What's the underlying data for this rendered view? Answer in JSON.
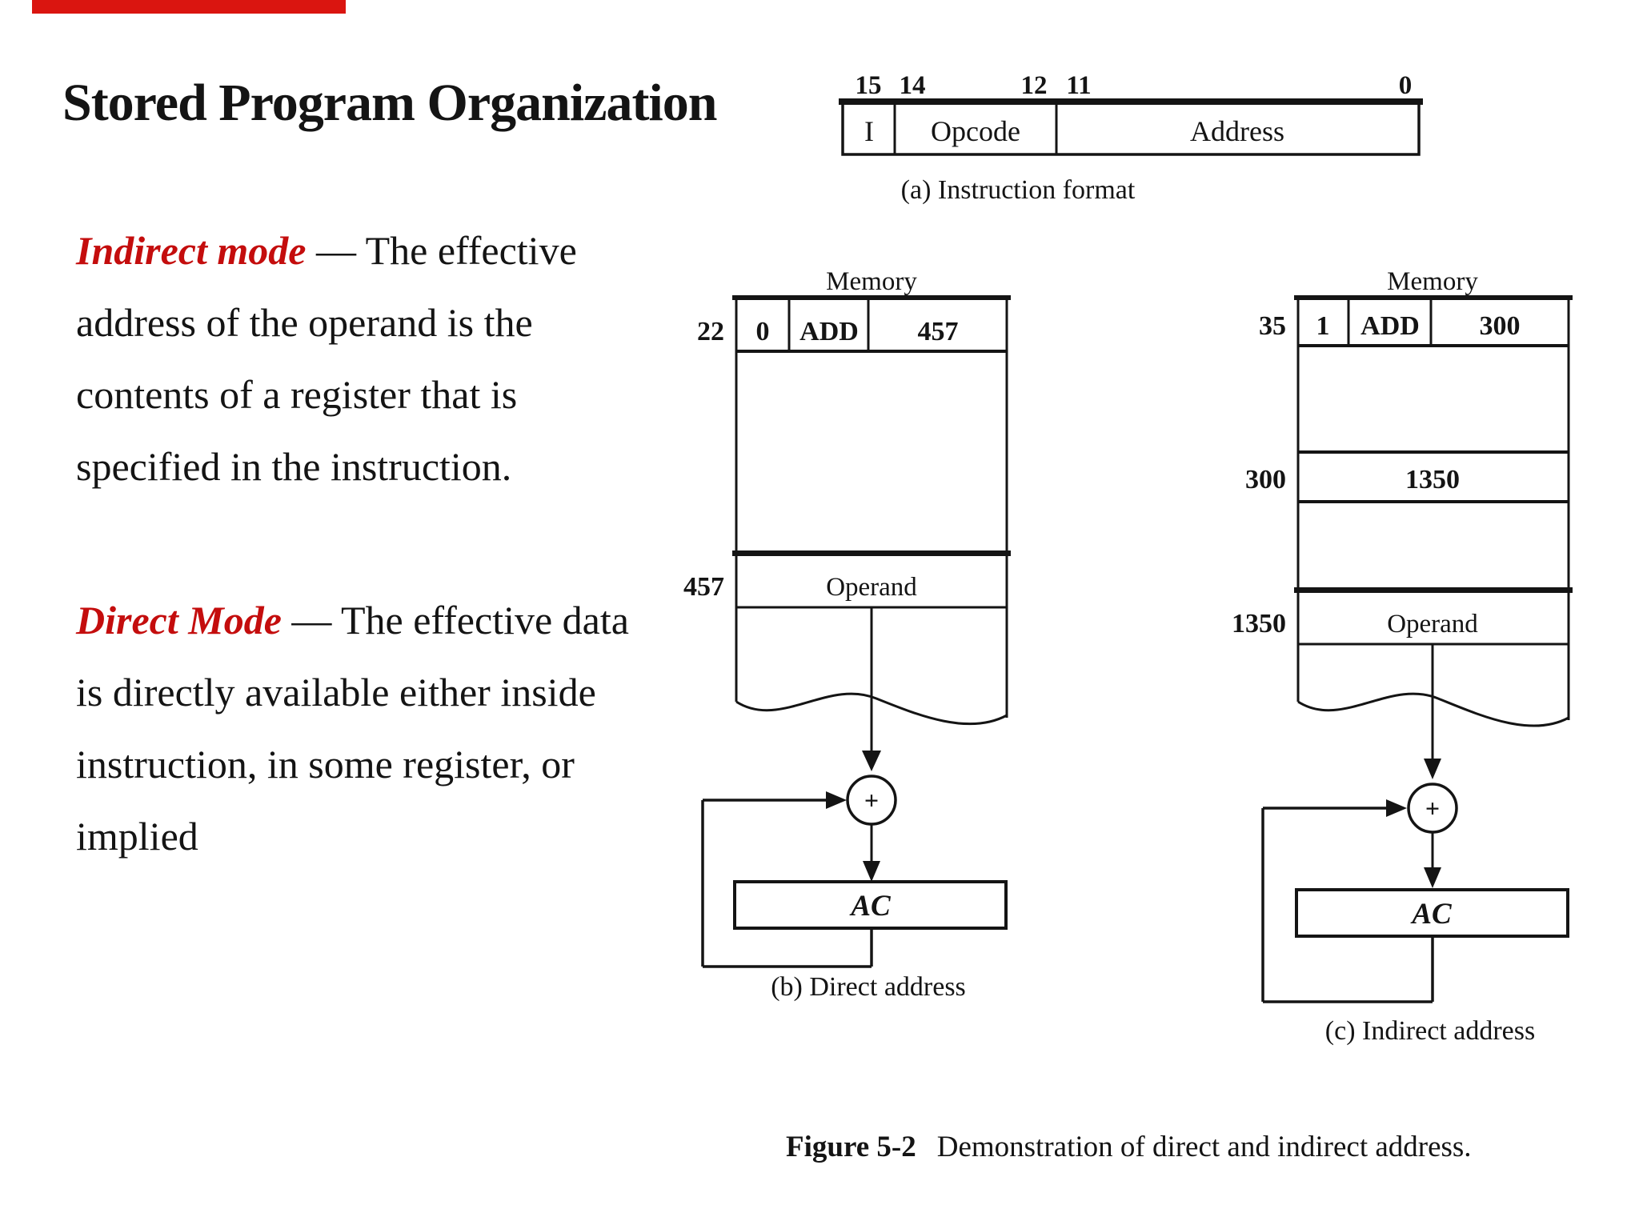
{
  "page": {
    "title": "Stored Program Organization",
    "accent_bar_color": "#da1510",
    "term_color": "#c40d0d"
  },
  "indirect_mode": {
    "term": "Indirect mode",
    "line1_rest": " — The effective",
    "line2": "address of the operand is the",
    "line3": "contents of a register that is",
    "line4": "specified in the instruction."
  },
  "direct_mode": {
    "term": "Direct Mode",
    "line1_rest": " — The effective data",
    "line2": "is directly available either inside",
    "line3": "instruction, in some register, or",
    "line4": "implied"
  },
  "instruction_format": {
    "bit_labels": [
      "15",
      "14",
      "12",
      "11",
      "0"
    ],
    "fields": [
      {
        "label": "I"
      },
      {
        "label": "Opcode"
      },
      {
        "label": "Address"
      }
    ],
    "caption": "(a) Instruction format"
  },
  "direct_diagram": {
    "memory_label": "Memory",
    "instruction_row": {
      "address": "22",
      "i_bit": "0",
      "opcode": "ADD",
      "operand_addr": "457"
    },
    "operand_row": {
      "address": "457",
      "value": "Operand"
    },
    "plus_sign": "+",
    "ac_label": "AC",
    "caption": "(b) Direct address"
  },
  "indirect_diagram": {
    "memory_label": "Memory",
    "instruction_row": {
      "address": "35",
      "i_bit": "1",
      "opcode": "ADD",
      "operand_addr": "300"
    },
    "pointer_row": {
      "address": "300",
      "value": "1350"
    },
    "operand_row": {
      "address": "1350",
      "value": "Operand"
    },
    "plus_sign": "+",
    "ac_label": "AC",
    "caption": "(c) Indirect address"
  },
  "figure_caption": {
    "number": "Figure 5-2",
    "text": "Demonstration of direct and indirect address."
  }
}
